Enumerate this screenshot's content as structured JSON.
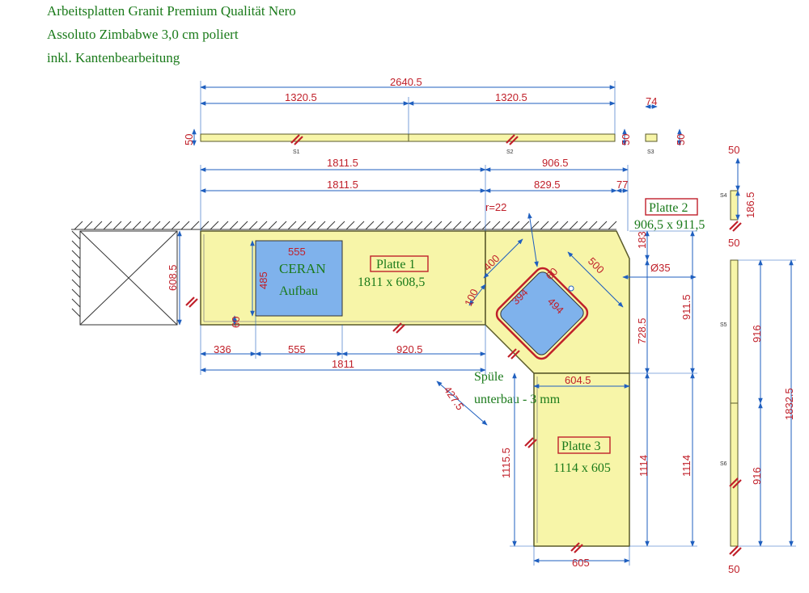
{
  "header": {
    "line1": "Arbeitsplatten Granit Premium Qualität Nero",
    "line2": "Assoluto Zimbabwe 3,0 cm poliert",
    "line3": "inkl. Kantenbearbeitung"
  },
  "plates": {
    "p1": {
      "name": "Platte 1",
      "size": "1811 x 608,5"
    },
    "p2": {
      "name": "Platte 2",
      "size": "906,5 x 911,5"
    },
    "p3": {
      "name": "Platte 3",
      "size": "1114 x 605"
    }
  },
  "cooktop": {
    "line1": "CERAN",
    "line2": "Aufbau"
  },
  "sink": {
    "line1": "Spüle",
    "line2": "unterbau - 3 mm"
  },
  "strips": {
    "s1": "S1",
    "s2": "S2",
    "s3": "S3",
    "s4": "S4",
    "s5": "S5",
    "s6": "S6"
  },
  "dims": {
    "top_total": "2640.5",
    "top_half_left": "1320.5",
    "top_half_right": "1320.5",
    "s3_width": "74",
    "strip_h_left": "50",
    "strip_h_mid": "50",
    "strip_h_right": "50",
    "run_1811_5_a": "1811.5",
    "run_906_5": "906.5",
    "run_1811_5_b": "1811.5",
    "run_829_5": "829.5",
    "run_77": "77",
    "r22": "r=22",
    "left_depth": "608.5",
    "ceran_w": "555",
    "ceran_h": "485",
    "ceran_front": "60",
    "sink_400": "400",
    "sink_100": "100",
    "sink_60": "60",
    "sink_394": "394",
    "sink_494": "494",
    "sink_500": "500",
    "tap_hole": "Ø35",
    "p2_183": "183",
    "p2_728_5": "728.5",
    "p2_911_5": "911.5",
    "bot_336": "336",
    "bot_555": "555",
    "bot_920_5": "920.5",
    "bot_1811": "1811",
    "p3_604_5": "604.5",
    "diag_427_5": "427.5",
    "p3_1115_5": "1115.5",
    "p3_1114_a": "1114",
    "p3_1114_b": "1114",
    "p3_605": "605",
    "s4_top": "50",
    "s4_h": "186.5",
    "s5_top": "50",
    "s5_h": "916",
    "s6_h": "916",
    "s56_total": "1832.5",
    "s6_bottom": "50"
  },
  "colors": {
    "plate": "#f7f5a8",
    "outline": "#5a5a2a",
    "dimline": "#1f5fbf",
    "dimtext": "#c0202a",
    "label_green": "#1a7a1a",
    "cutout_blue": "#7fb2ec",
    "label_box": "#c0202a"
  }
}
